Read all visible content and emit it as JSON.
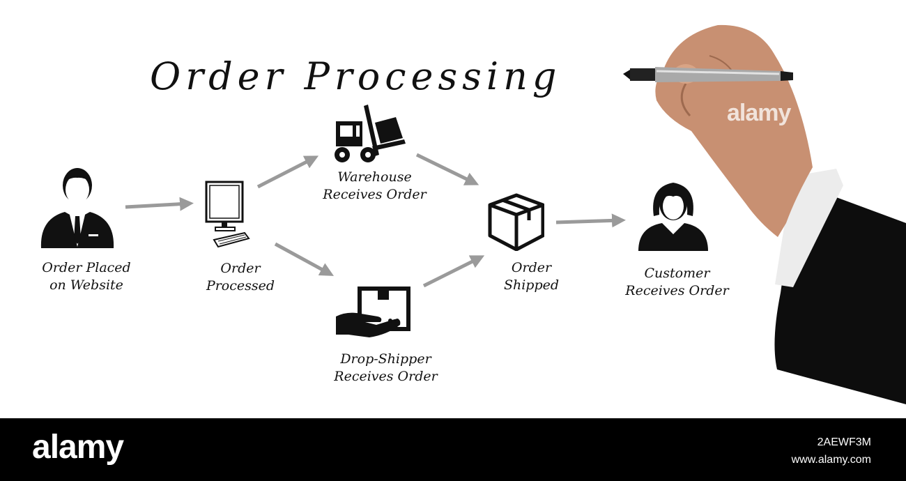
{
  "title": "Order Processing",
  "nodes": {
    "placed": {
      "line1": "Order Placed",
      "line2": "on Website"
    },
    "processed": {
      "line1": "Order",
      "line2": "Processed"
    },
    "warehouse": {
      "line1": "Warehouse",
      "line2": "Receives Order"
    },
    "dropship": {
      "line1": "Drop-Shipper",
      "line2": "Receives Order"
    },
    "shipped": {
      "line1": "Order",
      "line2": "Shipped"
    },
    "customer": {
      "line1": "Customer",
      "line2": "Receives Order"
    }
  },
  "footer": {
    "brand": "alamy",
    "image_id": "2AEWF3M",
    "url": "www.alamy.com"
  },
  "watermark": "alamy",
  "colors": {
    "arrow": "#9a9a9a",
    "icon": "#111111",
    "footer": "#000000",
    "sleeve": "#0d0d0d"
  }
}
